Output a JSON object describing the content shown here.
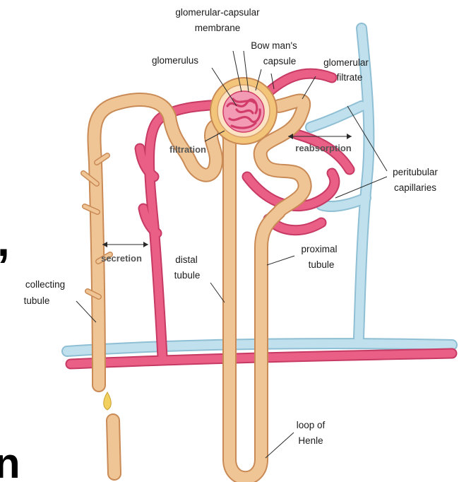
{
  "labels": {
    "glomerular_capsular_membrane": [
      "glomerular-capsular",
      "membrane"
    ],
    "bowmans_capsule": [
      "Bow man's",
      "capsule"
    ],
    "glomerulus": "glomerulus",
    "glomerular_filtrate": [
      "glomerular",
      "filtrate"
    ],
    "filtration": "filtration",
    "reabsorption": "reabsorption",
    "peritubular_capillaries": [
      "peritubular",
      "capillaries"
    ],
    "secretion": "secretion",
    "distal_tubule": [
      "distal",
      "tubule"
    ],
    "proximal_tubule": [
      "proximal",
      "tubule"
    ],
    "collecting_tubule": [
      "collecting",
      "tubule"
    ],
    "loop_of_henle": [
      "loop of",
      "Henle"
    ]
  },
  "edge_glyphs": {
    "comma": ",",
    "letter": "n"
  },
  "colors": {
    "tubule": "#f0c596",
    "tubule_edge": "#c98a55",
    "artery": "#ea5f86",
    "artery_edge": "#c73a64",
    "vein": "#bfe0ec",
    "vein_edge": "#8fbfd4",
    "capsule": "#f2c57a"
  }
}
